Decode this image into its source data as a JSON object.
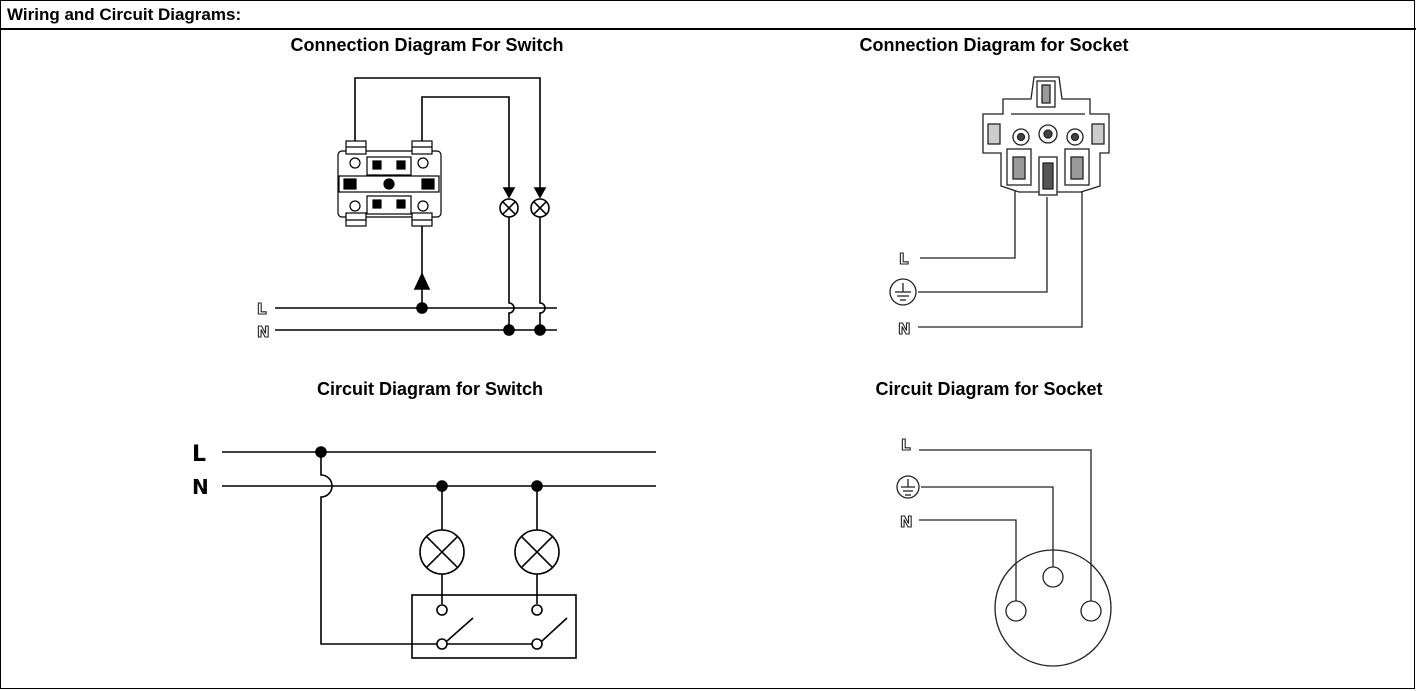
{
  "header": {
    "title": "Wiring and Circuit Diagrams:"
  },
  "panels": {
    "connection_switch": {
      "title": "Connection Diagram For Switch",
      "line_label": "L",
      "neutral_label": "N"
    },
    "connection_socket": {
      "title": "Connection Diagram for Socket",
      "line_label": "L",
      "neutral_label": "N",
      "earth_icon": "earth-ground-icon"
    },
    "circuit_switch": {
      "title": "Circuit Diagram for Switch",
      "line_label": "L",
      "neutral_label": "N"
    },
    "circuit_socket": {
      "title": "Circuit Diagram for Socket",
      "line_label": "L",
      "neutral_label": "N",
      "earth_icon": "earth-ground-icon"
    }
  },
  "colors": {
    "line": "#000000",
    "background": "#ffffff",
    "device_gray": "#9a9a9a"
  }
}
